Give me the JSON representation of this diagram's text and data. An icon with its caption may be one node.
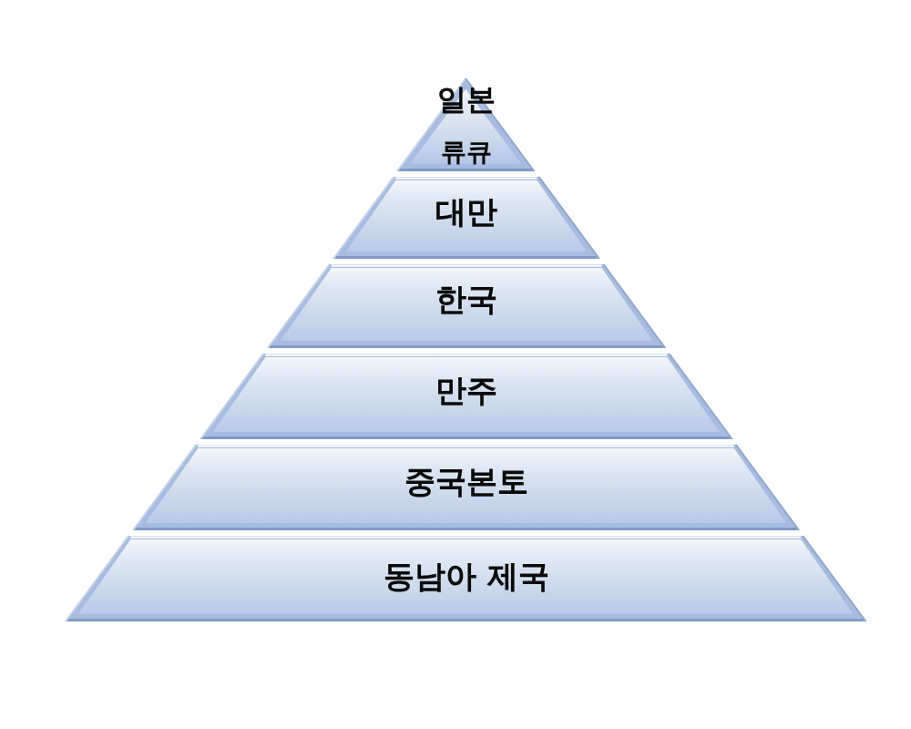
{
  "diagram": {
    "nodes": [
      {
        "text": [
          "일본",
          "류큐"
        ]
      },
      {
        "text": [
          "대만"
        ]
      },
      {
        "text": [
          "한국"
        ]
      },
      {
        "text": [
          "만주"
        ]
      },
      {
        "text": [
          "중국본토"
        ]
      },
      {
        "text": [
          "동남아 제국"
        ]
      }
    ]
  }
}
